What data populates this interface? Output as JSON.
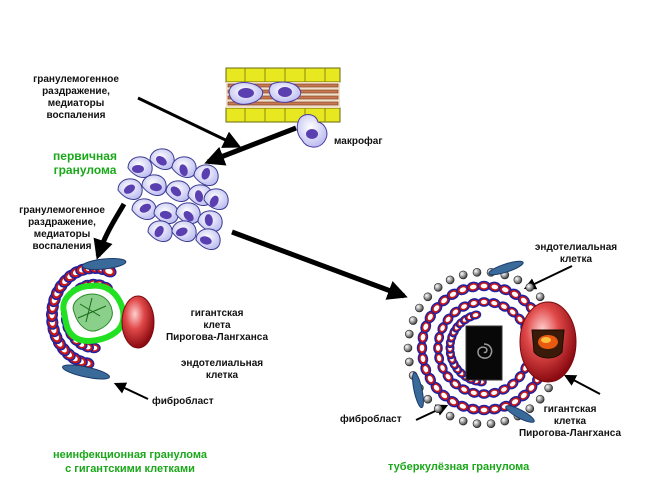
{
  "labels": {
    "stimulus_top_1": "гранулемогенное",
    "stimulus_top_2": "раздражение,",
    "stimulus_top_3": "медиаторы",
    "stimulus_top_4": "воспаления",
    "macrophage": "макрофаг",
    "primary_1": "первичная",
    "primary_2": "гранулома",
    "stimulus_mid_1": "гранулемогенное",
    "stimulus_mid_2": "раздражение,",
    "stimulus_mid_3": "медиаторы",
    "stimulus_mid_4": "воспаления",
    "giant_left_1": "гигантская",
    "giant_left_2": "клета",
    "giant_left_3": "Пирогова-Лангханса",
    "endo_left_1": "эндотелиальная",
    "endo_left_2": "клетка",
    "fibro_left": "фибробласт",
    "caption_left_1": "неинфекционная гранулома",
    "caption_left_2": "с гигантскими клетками",
    "endo_right_1": "эндотелиальная",
    "endo_right_2": "клетка",
    "fibro_right": "фибробласт",
    "giant_right_1": "гигантская",
    "giant_right_2": "клетка",
    "giant_right_3": "Пирогова-Лангханса",
    "caption_right": "туберкулёзная гранулома"
  },
  "colors": {
    "label_green": "#1aa81a",
    "macrophage_fill": "#c9c9ff",
    "macrophage_nucleus": "#5a3fb0",
    "vessel_wall": "#e8e820",
    "vessel_core": "#c87850",
    "giant_cell": "#d02830",
    "ring_red": "#c81818",
    "ring_blue": "#2020a0",
    "green_outline": "#22e022",
    "arrow": "#000000"
  }
}
